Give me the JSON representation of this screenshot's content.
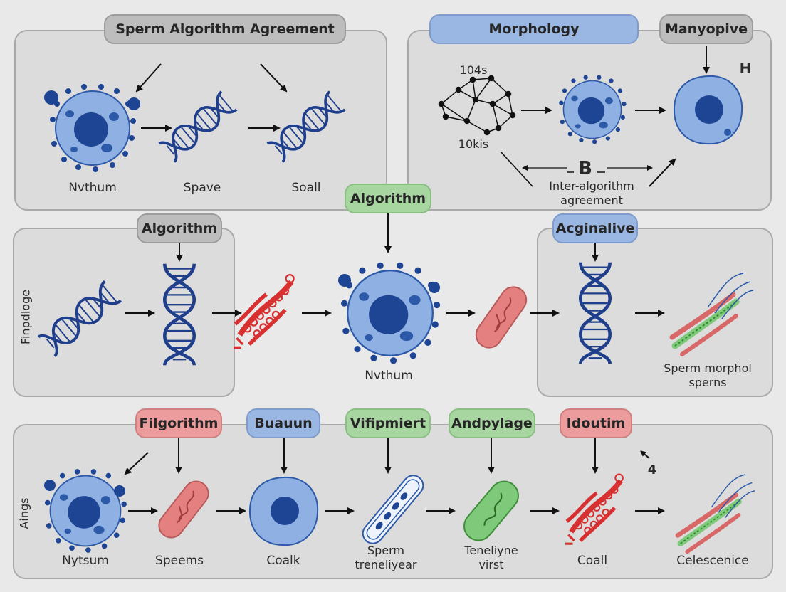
{
  "top_left": {
    "title": "Sperm Algorithm Agreement",
    "labels": [
      "Nvthum",
      "Spave",
      "Soall"
    ]
  },
  "top_right": {
    "pills": [
      "Morphology",
      "Manyopive"
    ],
    "network_top_label": "104s",
    "network_bottom_label": "10kis",
    "letter_h": "H",
    "letter_b": "B",
    "agreement_label_line1": "Inter-algorithm",
    "agreement_label_line2": "agreement"
  },
  "center_pill": "Algorithm",
  "middle": {
    "side_label": "Finpdloge",
    "left_pill": "Algorithm",
    "center_label": "Nvthum",
    "right_pill": "Acginalive",
    "right_label_line1": "Sperm morphol",
    "right_label_line2": "sperns"
  },
  "bottom": {
    "side_label": "Aings",
    "pills": [
      "Filgorithm",
      "Buauun",
      "Vifipmiert",
      "Andpylage",
      "Idoutim"
    ],
    "corner_mark": "4",
    "labels": [
      {
        "l1": "Nytsum",
        "l2": ""
      },
      {
        "l1": "Speems",
        "l2": ""
      },
      {
        "l1": "Coalk",
        "l2": ""
      },
      {
        "l1": "Sperm",
        "l2": "treneliyear"
      },
      {
        "l1": "Teneliyne",
        "l2": "virst"
      },
      {
        "l1": "Coall",
        "l2": ""
      },
      {
        "l1": "Celescenice",
        "l2": ""
      }
    ]
  },
  "colors": {
    "cell_fill": "#8fb0e3",
    "cell_dark": "#1e4594",
    "dna": "#1f3f8c",
    "red_organelle": "#e58080",
    "green_organelle": "#7fc97a",
    "chain_red": "#d83030"
  }
}
